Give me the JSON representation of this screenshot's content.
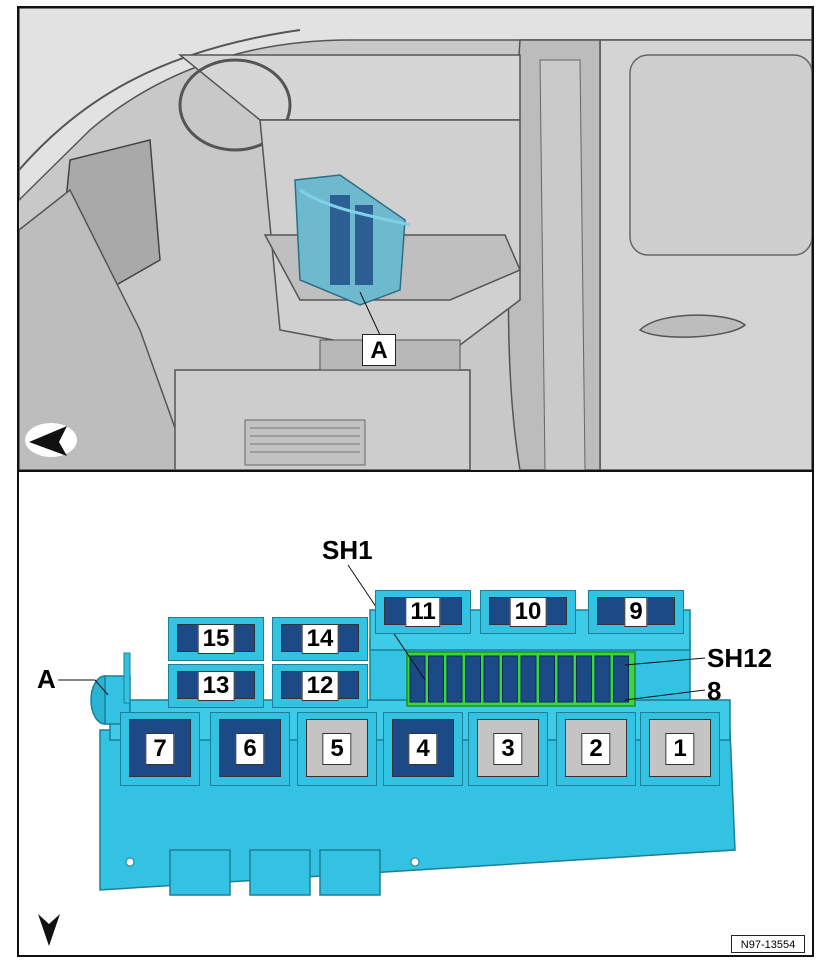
{
  "top_panel": {
    "callout_a": "A",
    "view_arrow": "view-direction-left"
  },
  "bottom_panel": {
    "callout_a": "A",
    "sh1": "SH1",
    "sh12": "SH12",
    "label_8": "8",
    "view_arrow": "view-direction-down",
    "slots": [
      {
        "n": "15",
        "type": "relay"
      },
      {
        "n": "14",
        "type": "relay"
      },
      {
        "n": "13",
        "type": "relay"
      },
      {
        "n": "12",
        "type": "relay"
      },
      {
        "n": "11",
        "type": "relay"
      },
      {
        "n": "10",
        "type": "relay"
      },
      {
        "n": "9",
        "type": "relay"
      },
      {
        "n": "7",
        "type": "relay"
      },
      {
        "n": "6",
        "type": "relay"
      },
      {
        "n": "5",
        "type": "empty"
      },
      {
        "n": "4",
        "type": "relay"
      },
      {
        "n": "3",
        "type": "empty"
      },
      {
        "n": "2",
        "type": "empty"
      },
      {
        "n": "1",
        "type": "empty"
      }
    ]
  },
  "figure_id": "N97-13554",
  "colors": {
    "carrier": "#33c2e1",
    "relay": "#1b4a86",
    "empty_slot": "#c4c4c4",
    "fuse_highlight": "#39d641",
    "body_gray": "#c9c9c9"
  }
}
